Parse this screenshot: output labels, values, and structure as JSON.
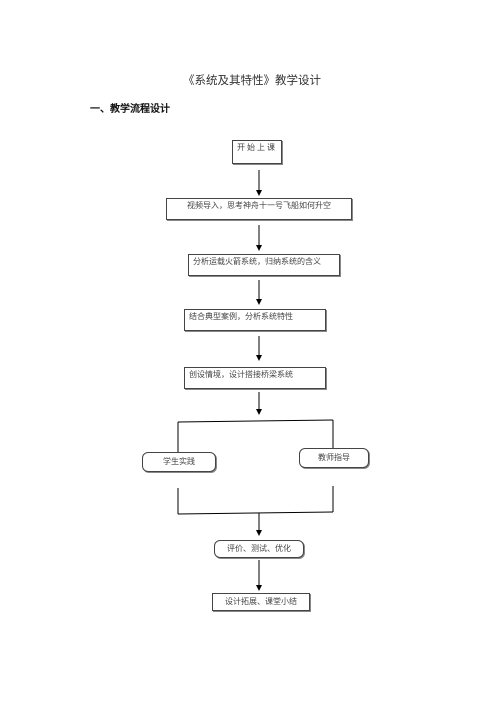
{
  "doc_title": "《系统及其特性》教学设计",
  "section_heading": "一、教学流程设计",
  "flowchart": {
    "start": "开始上课",
    "step1": "视频导入，思考神舟十一号飞船如何升空",
    "step2": "分析运载火箭系统，归纳系统的含义",
    "step3": "结合典型案例，分析系统特性",
    "step4": "创设情境，设计搭接桥梁系统",
    "branch_left": "学生实践",
    "branch_right": "教师指导",
    "step5": "评价、测试、优化",
    "step6": "设计拓展、课堂小结"
  }
}
